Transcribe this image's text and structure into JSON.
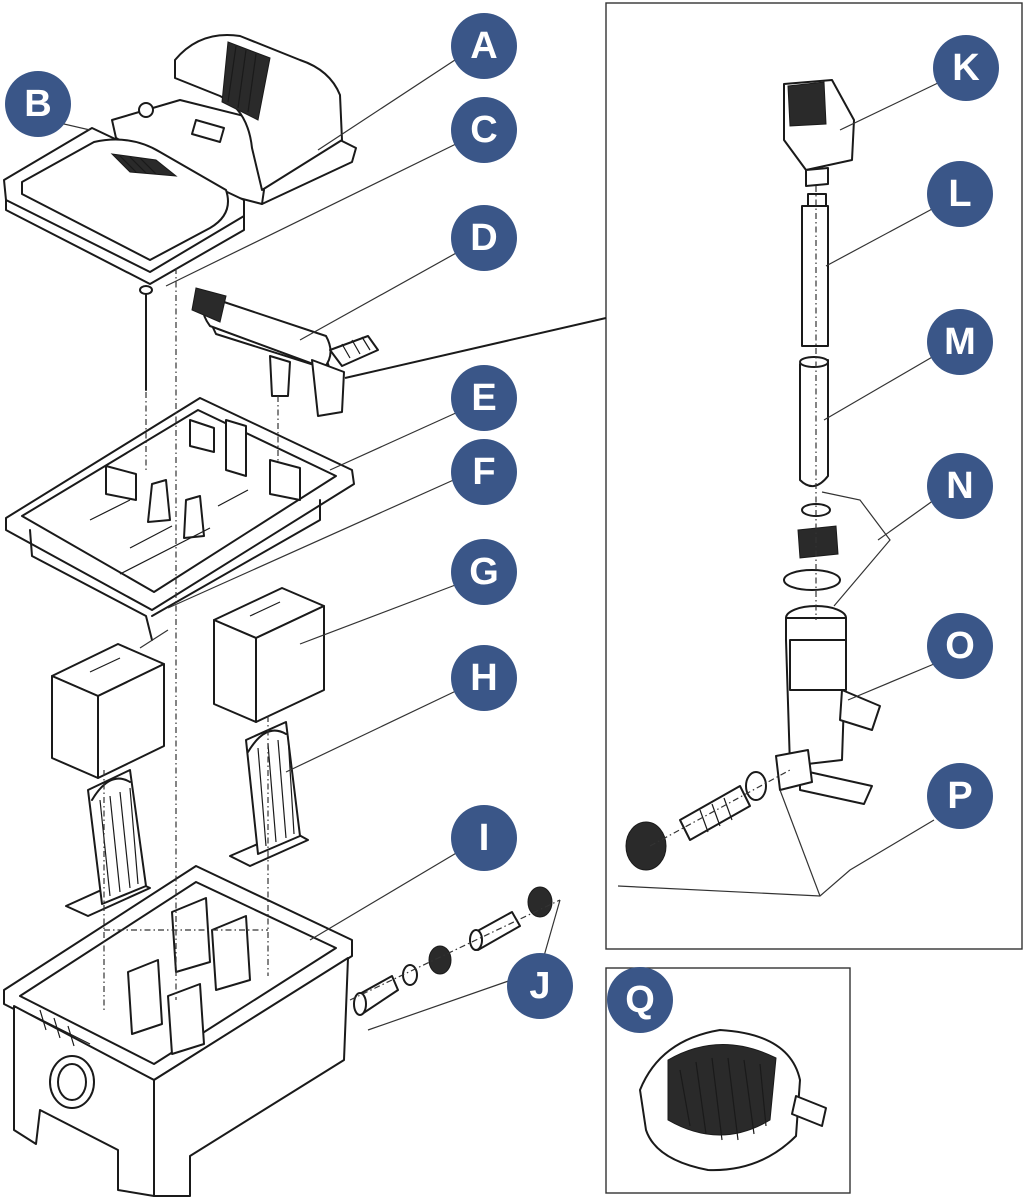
{
  "labels": {
    "A": "A",
    "B": "B",
    "C": "C",
    "D": "D",
    "E": "E",
    "F": "F",
    "G": "G",
    "H": "H",
    "I": "I",
    "J": "J",
    "K": "K",
    "L": "L",
    "M": "M",
    "N": "N",
    "O": "O",
    "P": "P",
    "Q": "Q"
  },
  "colors": {
    "badge": "#3a5688",
    "badge_text": "#ffffff",
    "line": "#1a1a1a"
  }
}
